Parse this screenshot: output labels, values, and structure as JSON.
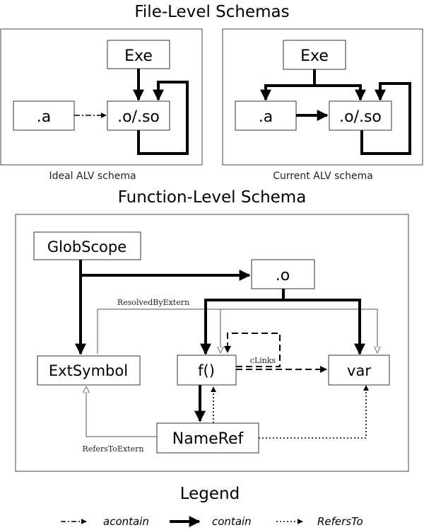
{
  "file_level": {
    "title": "File-Level Schemas",
    "ideal": {
      "caption": "Ideal ALV schema",
      "nodes": {
        "exe": "Exe",
        "a": ".a",
        "oso": ".o/.so"
      }
    },
    "current": {
      "caption": "Current ALV schema",
      "nodes": {
        "exe": "Exe",
        "a": ".a",
        "oso": ".o/.so"
      }
    }
  },
  "function_level": {
    "title": "Function-Level Schema",
    "nodes": {
      "globscope": "GlobScope",
      "o": ".o",
      "extsymbol": "ExtSymbol",
      "f": "f()",
      "var": "var",
      "nameref": "NameRef"
    },
    "edge_labels": {
      "resolved_by_extern": "ResolvedByExtern",
      "clinks": "cLinks",
      "refers_to_extern": "RefersToExtern"
    }
  },
  "legend": {
    "title": "Legend",
    "items": [
      {
        "label": "acontain",
        "style": "dash-dot"
      },
      {
        "label": "contain",
        "style": "thick"
      },
      {
        "label": "RefersTo",
        "style": "dotted"
      }
    ]
  }
}
